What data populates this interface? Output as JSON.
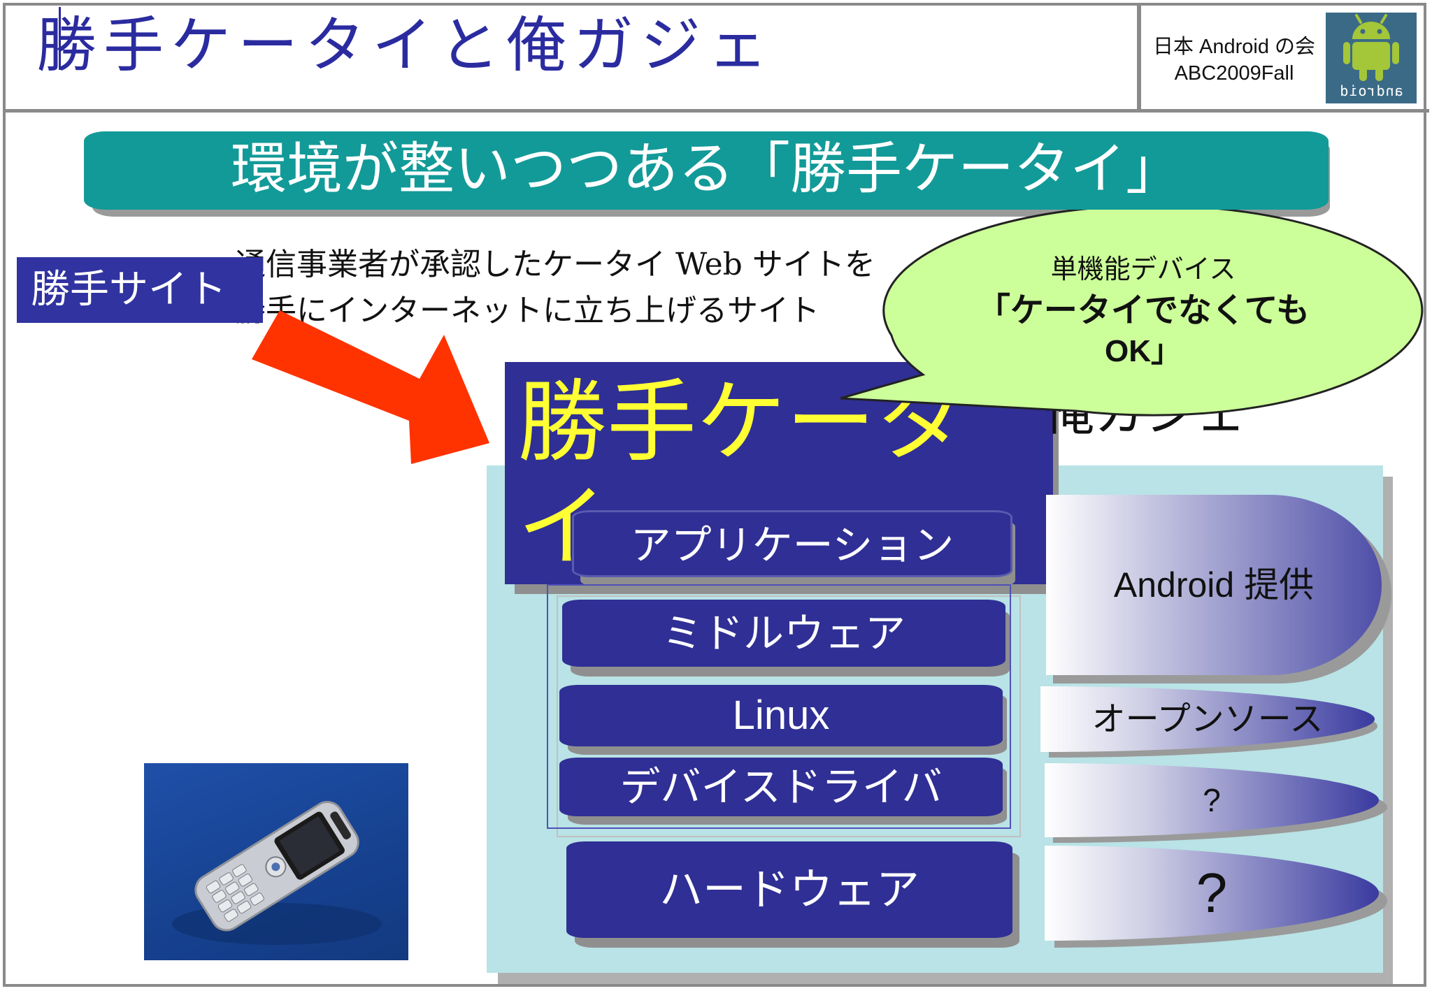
{
  "header": {
    "title": "勝手ケータイと俺ガジェ",
    "meta_line1": "日本 Android の会",
    "meta_line2": "ABC2009Fall",
    "logo_text": "android",
    "logo_icon": "android-robot-icon"
  },
  "banner": {
    "text": "環境が整いつつある「勝手ケータイ」"
  },
  "site": {
    "label": "勝手サイト",
    "desc_line1": "通信事業者が承認したケータイ Web サイトを",
    "desc_line2": "勝手にインターネットに立ち上げるサイト"
  },
  "bubble": {
    "line1": "単機能デバイス",
    "line2": "「ケータイでなくても",
    "line3": "OK」"
  },
  "kattei": {
    "title": "勝手ケータイ"
  },
  "ore": {
    "title": "俺ガジェ"
  },
  "stack": {
    "layers": [
      "アプリケーション",
      "ミドルウェア",
      "Linux",
      "デバイスドライバ",
      "ハードウェア"
    ]
  },
  "tags": {
    "provide": "Android 提供",
    "open_source": "オープンソース",
    "q1": "?",
    "q2": "?"
  },
  "colors": {
    "title_blue": "#2b2ba0",
    "banner_teal": "#129a98",
    "layer_navy": "#2f2f95",
    "arrow_red": "#ff3300",
    "bubble_green": "#ccff99",
    "stack_bg": "#b9e3e6",
    "kattei_yellow": "#ffff33"
  },
  "icons": [
    "android-robot-icon",
    "red-arrow-icon",
    "phone-photo"
  ]
}
